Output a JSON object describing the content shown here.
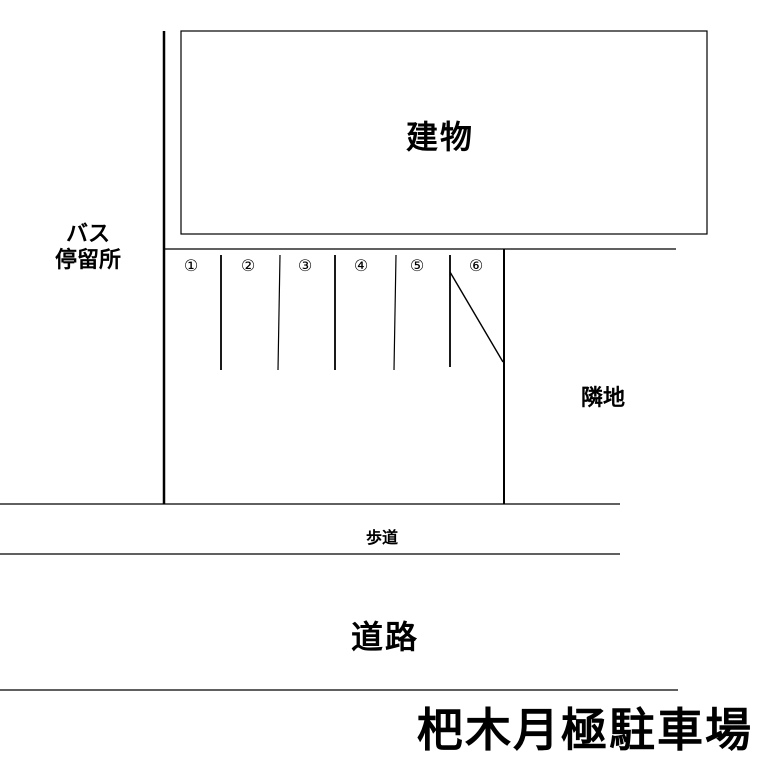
{
  "map": {
    "building": "建物",
    "bus_stop": [
      "バス",
      "停留所"
    ],
    "neighbor": "隣地",
    "sidewalk": "歩道",
    "road": "道路",
    "title": "杷木月極駐車場",
    "slots": [
      "①",
      "②",
      "③",
      "④",
      "⑤",
      "⑥"
    ]
  }
}
